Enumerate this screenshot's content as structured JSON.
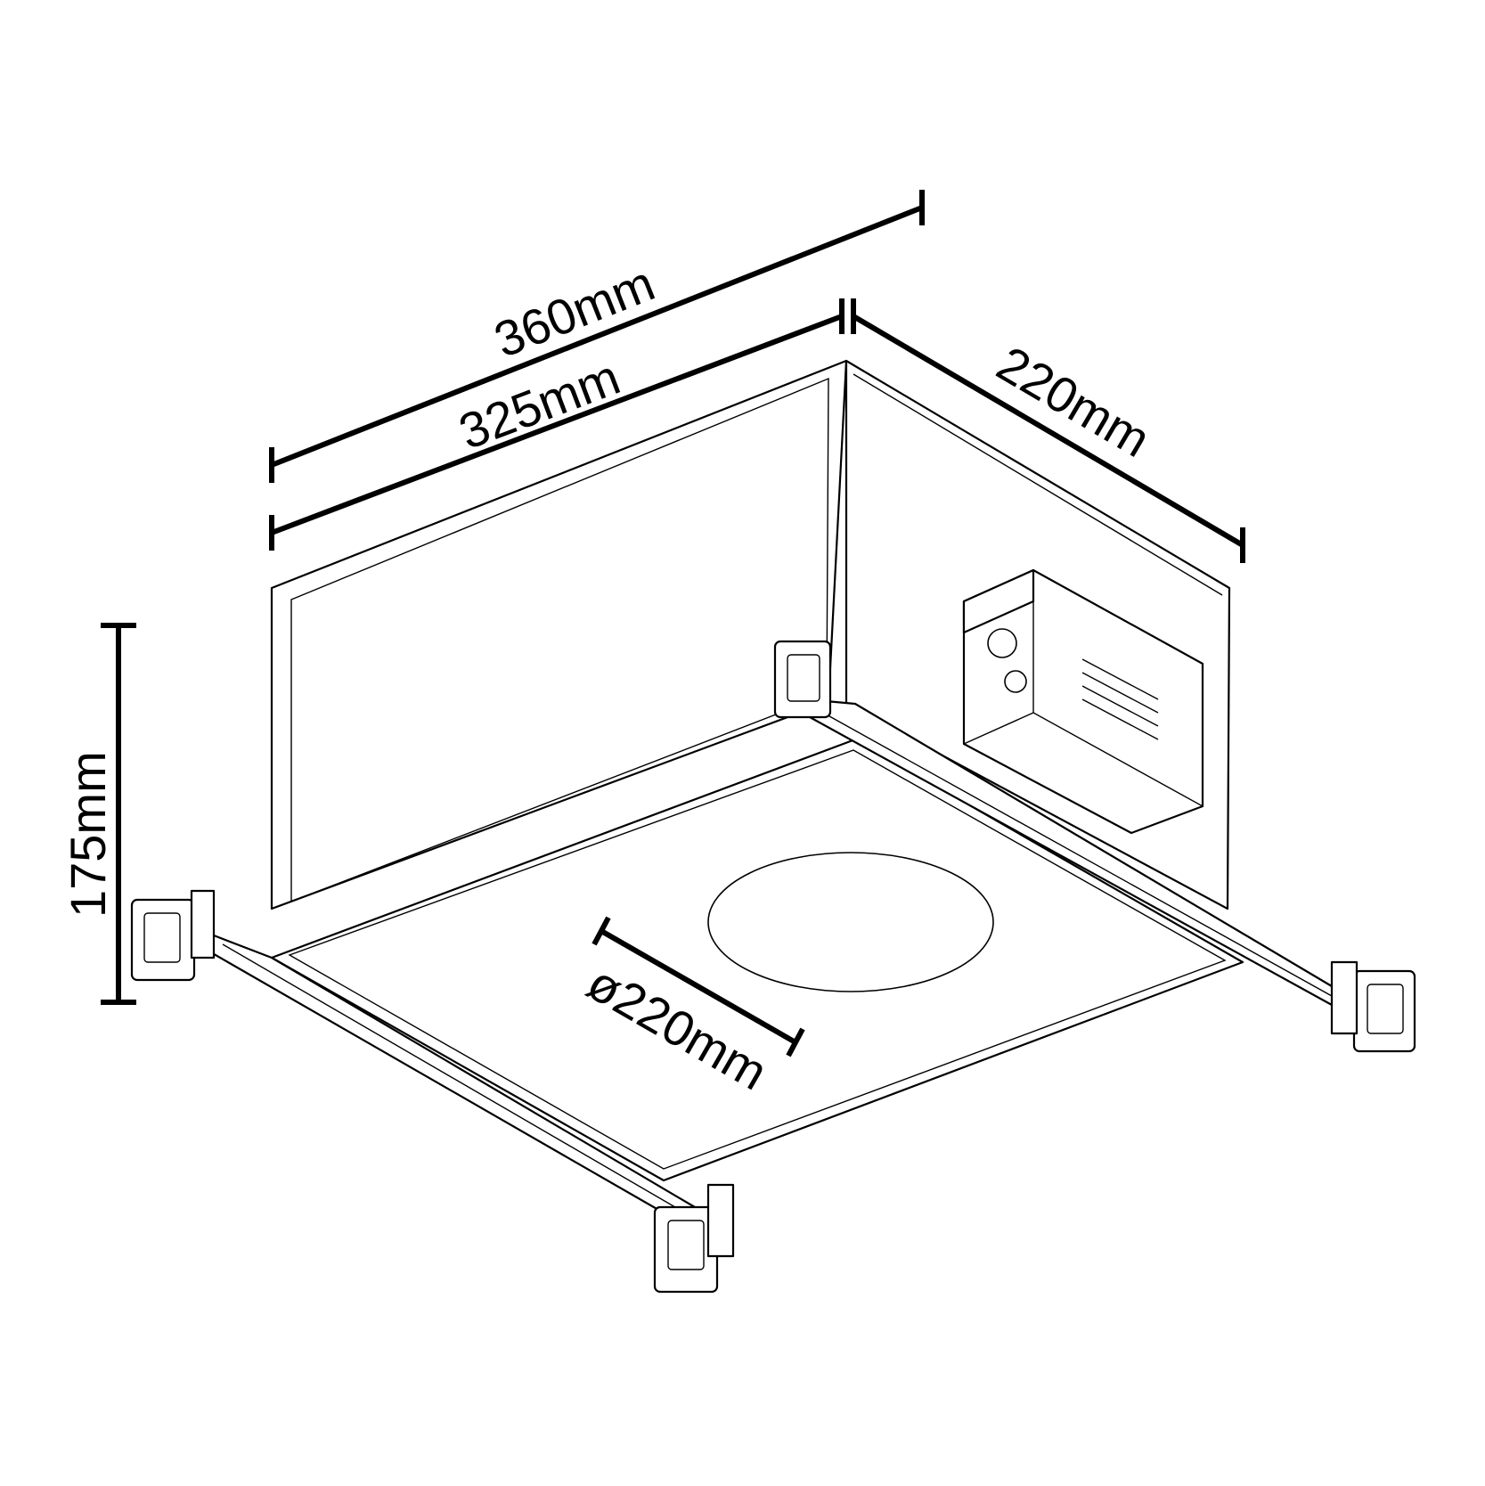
{
  "dimensions": {
    "overall_length": "360mm",
    "housing_length": "325mm",
    "width": "220mm",
    "height": "175mm",
    "cutout_diameter": "ø220mm"
  },
  "colors": {
    "line": "#000000",
    "background": "#ffffff"
  }
}
